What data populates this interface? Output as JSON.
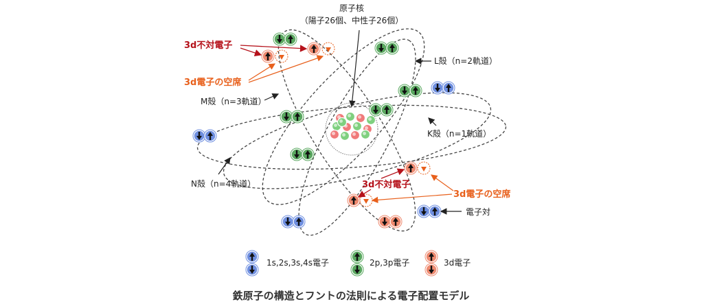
{
  "labels": {
    "nucleus": "原子核",
    "nucleus_detail": "（陽子26個、中性子26個）",
    "unpaired_3d": "3d不対電子",
    "vacancy_3d": "3d電子の空席",
    "l_shell": "L殻（n=2軌道）",
    "m_shell": "M殻（n=3軌道）",
    "k_shell": "K殻（n=1軌道）",
    "n_shell": "N殻（n=4軌道）",
    "electron_pair": "電子対"
  },
  "legend": [
    {
      "label": "1s,2s,3s,4s電子",
      "color": "#6f8fe0"
    },
    {
      "label": "2p,3p電子",
      "color": "#5aa860"
    },
    {
      "label": "3d電子",
      "color": "#ee8a70"
    }
  ],
  "caption": "鉄原子の構造とフントの法則による電子配置モデル",
  "colors": {
    "s": "#6f8fe0",
    "p": "#5aa860",
    "d": "#ee8a70",
    "red": "#b5121b",
    "orange": "#e8601c"
  }
}
